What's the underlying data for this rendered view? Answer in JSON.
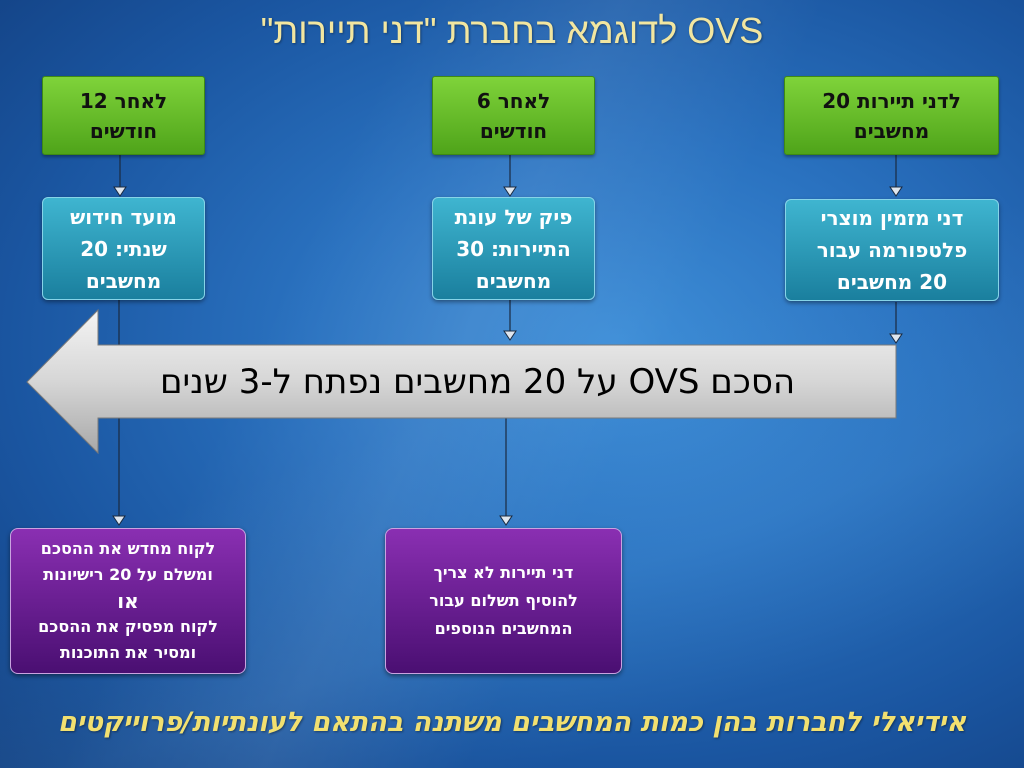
{
  "title": "OVS לדוגמא בחברת \"דני תיירות\"",
  "columns": [
    {
      "header": [
        "לדני תיירות 20",
        "מחשבים"
      ],
      "detail": [
        "דני מזמין מוצרי",
        "פלטפורמה עבור",
        "20 מחשבים"
      ]
    },
    {
      "header": [
        "לאחר 6",
        "חודשים"
      ],
      "detail": [
        "פיק של עונת",
        "התיירות: 30",
        "מחשבים"
      ],
      "outcome": [
        "דני תיירות לא צריך",
        "להוסיף תשלום עבור",
        "המחשבים הנוספים"
      ]
    },
    {
      "header": [
        "לאחר 12",
        "חודשים"
      ],
      "detail": [
        "מועד חידוש",
        "שנתי: 20",
        "מחשבים"
      ],
      "outcome": [
        "לקוח מחדש את ההסכם",
        "ומשלם על 20 רישיונות",
        "או",
        "לקוח מפסיק את ההסכם",
        "ומסיר את התוכנות"
      ]
    }
  ],
  "arrow_label": "הסכם OVS על 20 מחשבים נפתח ל-3 שנים",
  "footer": "אידיאלי לחברות בהן כמות המחשבים משתנה בהתאם לעונתיות/פרוייקטים",
  "colors": {
    "title": "#f2e6a0",
    "footer": "#f2e070",
    "header_box": "#5cb524",
    "detail_box": "#2596b8",
    "outcome_box": "#6a1f94",
    "arrow": "#d8d8d8"
  }
}
